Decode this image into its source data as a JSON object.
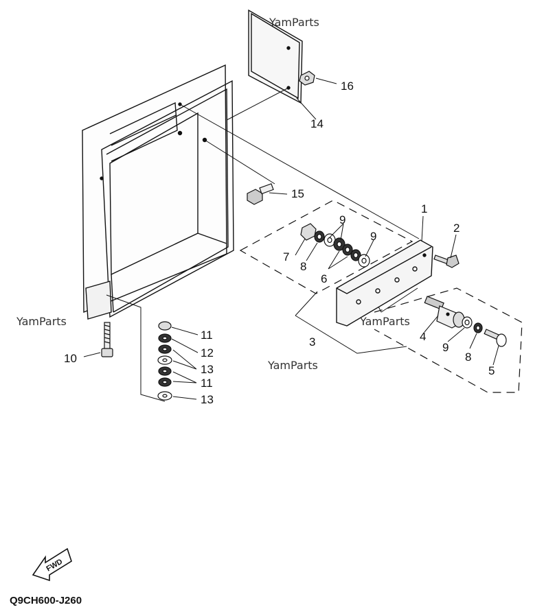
{
  "callouts": {
    "c1": "1",
    "c2": "2",
    "c3": "3",
    "c4": "4",
    "c5": "5",
    "c6": "6",
    "c7": "7",
    "c8a": "8",
    "c8b": "8",
    "c9a": "9",
    "c9b": "9",
    "c9c": "9",
    "c10": "10",
    "c11a": "11",
    "c11b": "11",
    "c12": "12",
    "c13a": "13",
    "c13b": "13",
    "c14": "14",
    "c15": "15",
    "c16": "16"
  },
  "watermarks": [
    "YamParts",
    "YamParts",
    "YamParts",
    "YamParts"
  ],
  "fwd_label": "FWD",
  "figure_code": "Q9CH600-J260"
}
